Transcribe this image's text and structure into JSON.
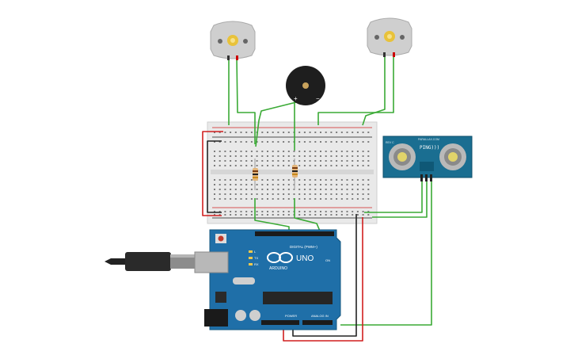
{
  "arduino": {
    "brand": "ARDUINO",
    "model": "UNO",
    "digital_label": "DIGITAL (PWM~)",
    "power_label": "POWER",
    "analog_label": "ANALOG IN",
    "led_labels": [
      "L",
      "TX",
      "RX"
    ],
    "on_label": "ON"
  },
  "sensor": {
    "model": "PING)))",
    "brand": "PARALLAX.COM",
    "rev": "REV C"
  },
  "buzzer": {
    "plus": "+",
    "minus": "−"
  },
  "colors": {
    "wire_green": "#3aaa35",
    "wire_red": "#d11f1f",
    "wire_black": "#222222",
    "board": "#1f6fa8",
    "sensor_board": "#1a6e91",
    "breadboard": "#e9e9e9"
  },
  "components": {
    "motors": [
      "dc-motor",
      "dc-motor"
    ],
    "resistors": [
      "resistor",
      "resistor"
    ],
    "usb": "usb-cable"
  }
}
